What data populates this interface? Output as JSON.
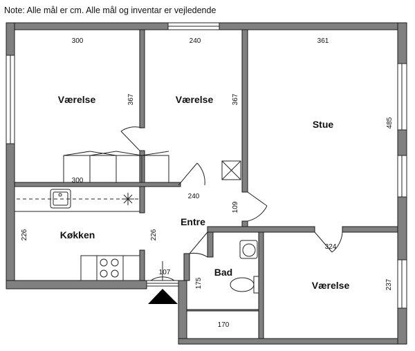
{
  "note": "Note: Alle mål er cm. Alle mål og inventar er vejledende",
  "rooms": {
    "vaerelse_1": "Værelse",
    "vaerelse_2": "Værelse",
    "stue": "Stue",
    "koekken": "Køkken",
    "entre": "Entre",
    "bad": "Bad",
    "vaerelse_3": "Værelse"
  },
  "dimensions": {
    "vaerelse_1_width": "300",
    "vaerelse_1_depth": "367",
    "vaerelse_2_width": "240",
    "vaerelse_2_depth": "367",
    "stue_width": "361",
    "stue_depth": "485",
    "koekken_width": "300",
    "koekken_left_depth": "226",
    "koekken_right_depth": "226",
    "entre_width": "240",
    "entre_depth": "109",
    "stue_opening": "324",
    "bad_depth": "175",
    "entrance_width": "107",
    "hall_width": "170",
    "vaerelse_3_depth": "237"
  }
}
